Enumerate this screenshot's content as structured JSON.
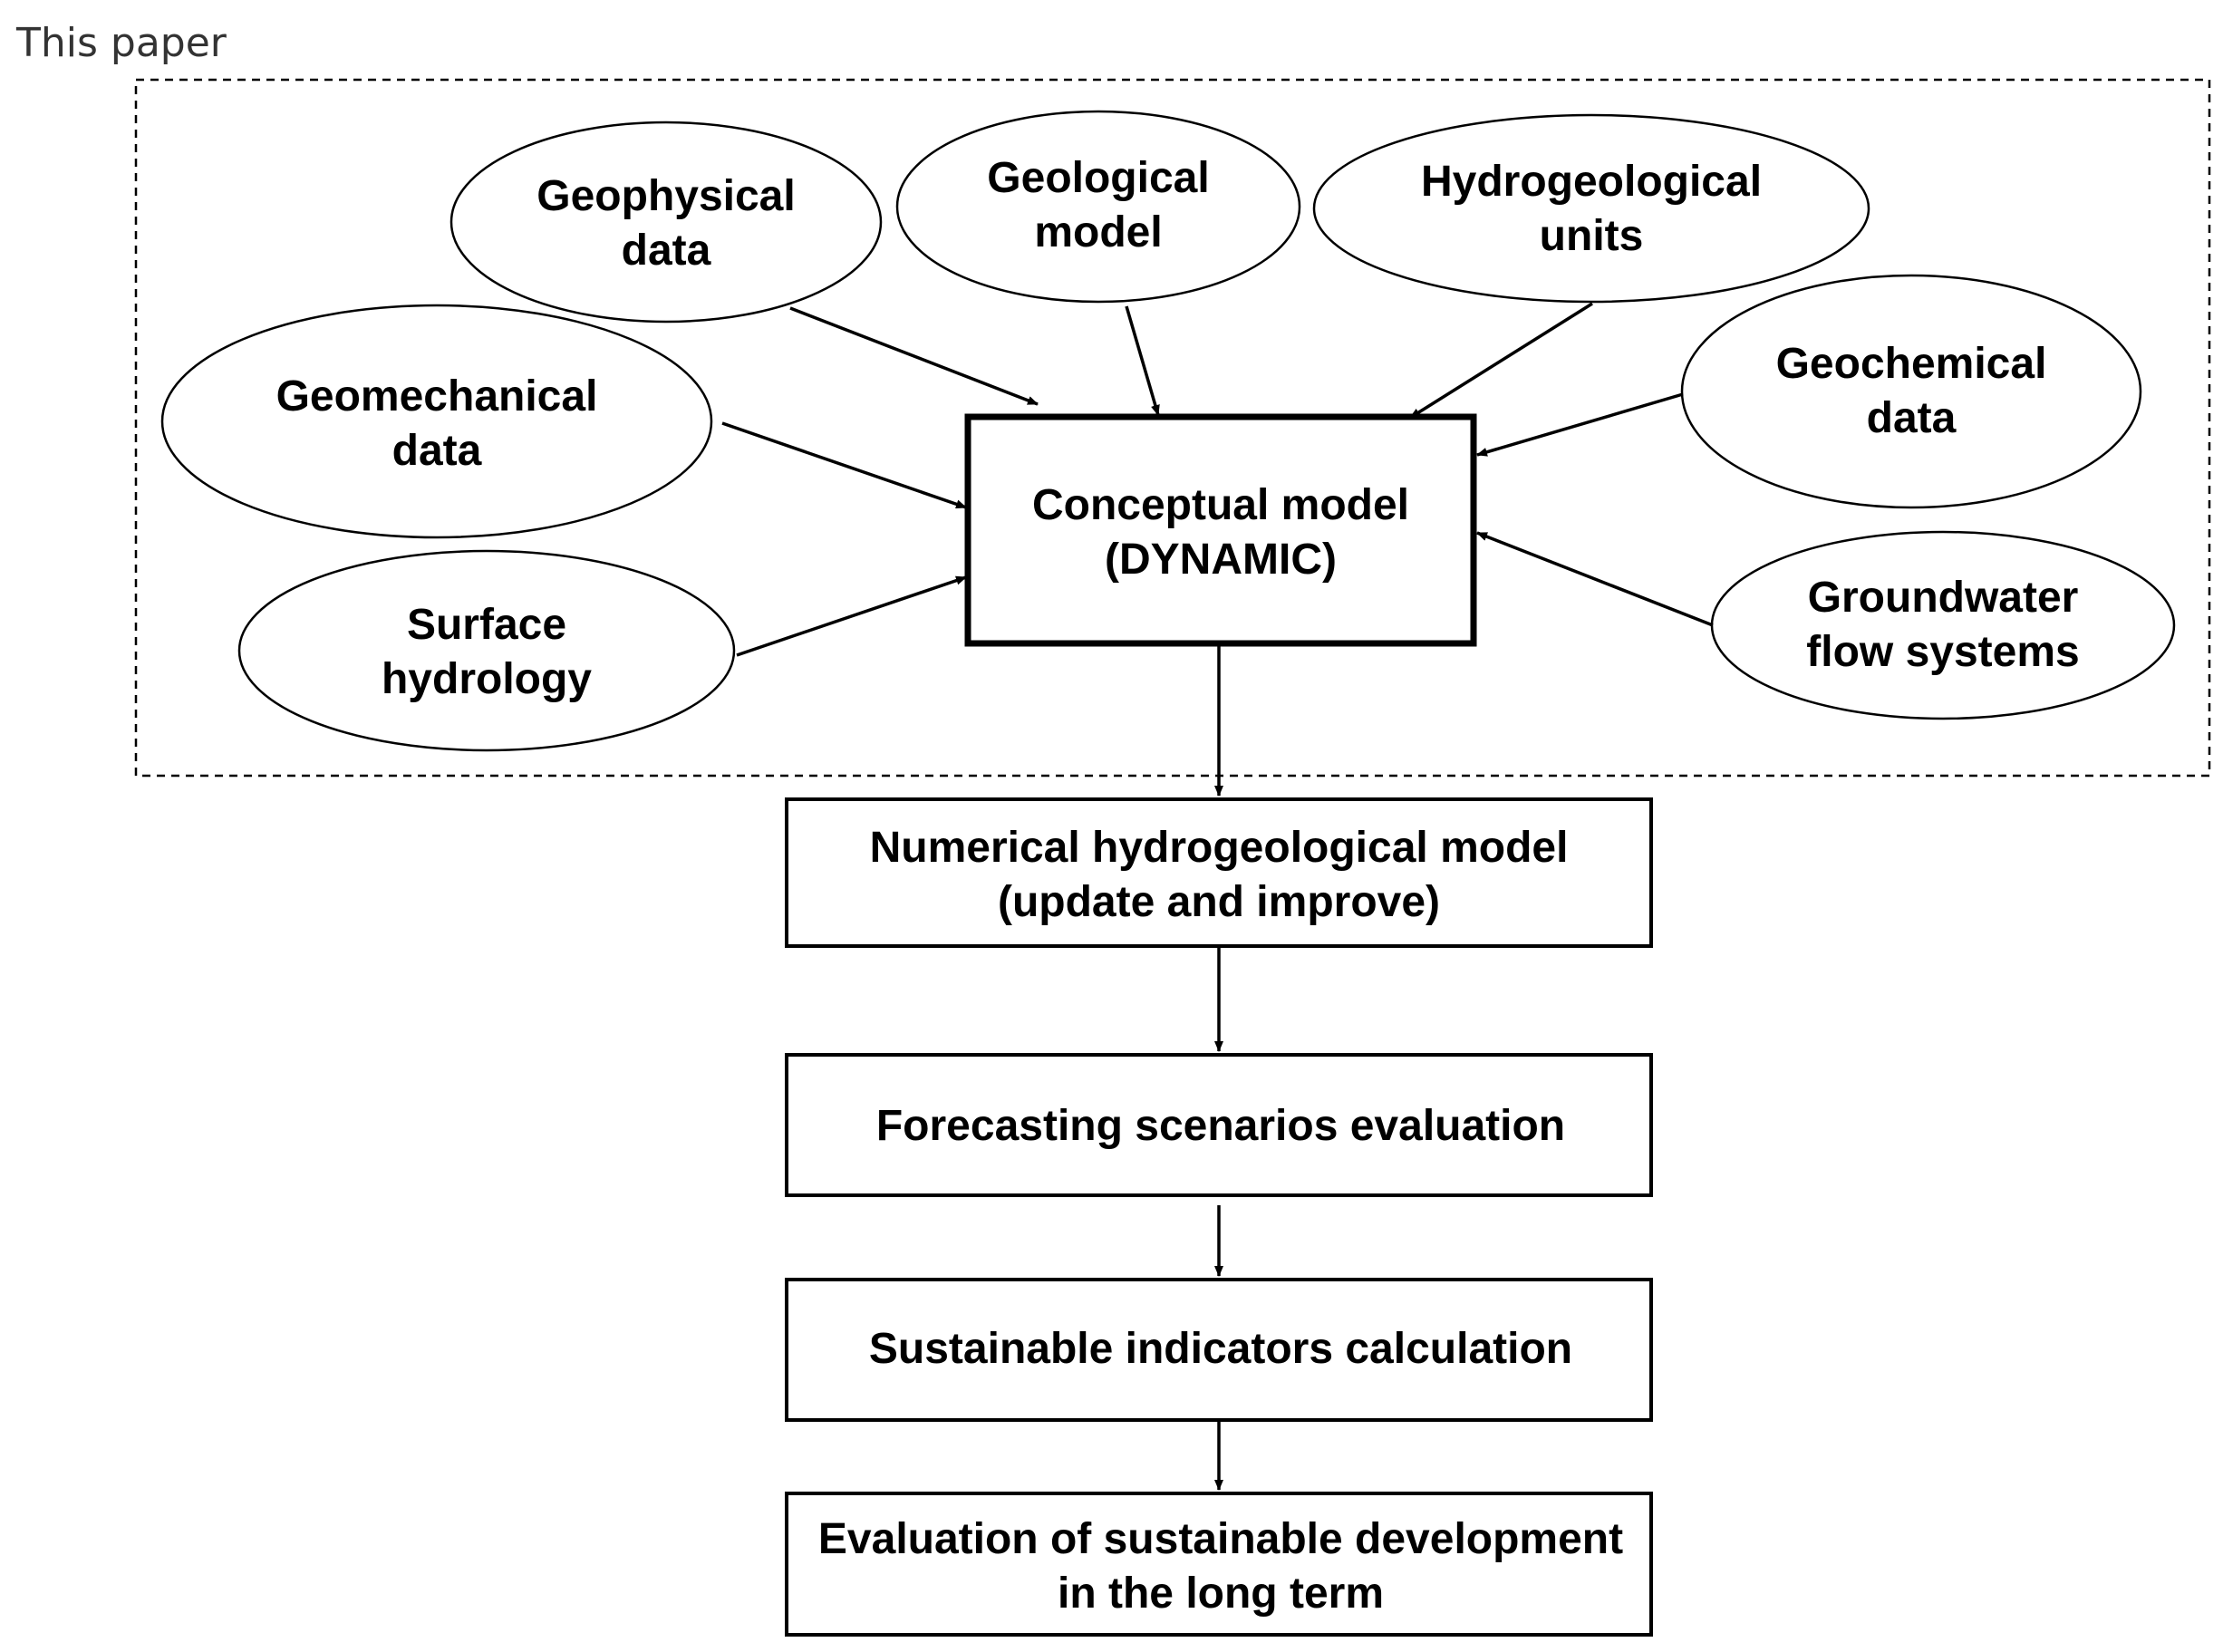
{
  "header": {
    "label": "This paper"
  },
  "inputs": [
    {
      "id": "geophysical",
      "lines": [
        "Geophysical",
        "data"
      ]
    },
    {
      "id": "geological",
      "lines": [
        "Geological",
        "model"
      ]
    },
    {
      "id": "hydrogeological-units",
      "lines": [
        "Hydrogeological",
        "units"
      ]
    },
    {
      "id": "geomechanical",
      "lines": [
        "Geomechanical",
        "data"
      ]
    },
    {
      "id": "geochemical",
      "lines": [
        "Geochemical",
        "data"
      ]
    },
    {
      "id": "surface-hydrology",
      "lines": [
        "Surface",
        "hydrology"
      ]
    },
    {
      "id": "groundwater-flow",
      "lines": [
        "Groundwater",
        "flow systems"
      ]
    }
  ],
  "central": {
    "lines": [
      "Conceptual model",
      "(DYNAMIC)"
    ]
  },
  "steps": [
    {
      "id": "numerical-model",
      "lines": [
        "Numerical hydrogeological model",
        "(update and improve)"
      ]
    },
    {
      "id": "forecasting",
      "lines": [
        "Forecasting scenarios evaluation"
      ]
    },
    {
      "id": "indicators",
      "lines": [
        "Sustainable indicators calculation"
      ]
    },
    {
      "id": "evaluation",
      "lines": [
        "Evaluation of sustainable development",
        "in the long term"
      ]
    }
  ]
}
